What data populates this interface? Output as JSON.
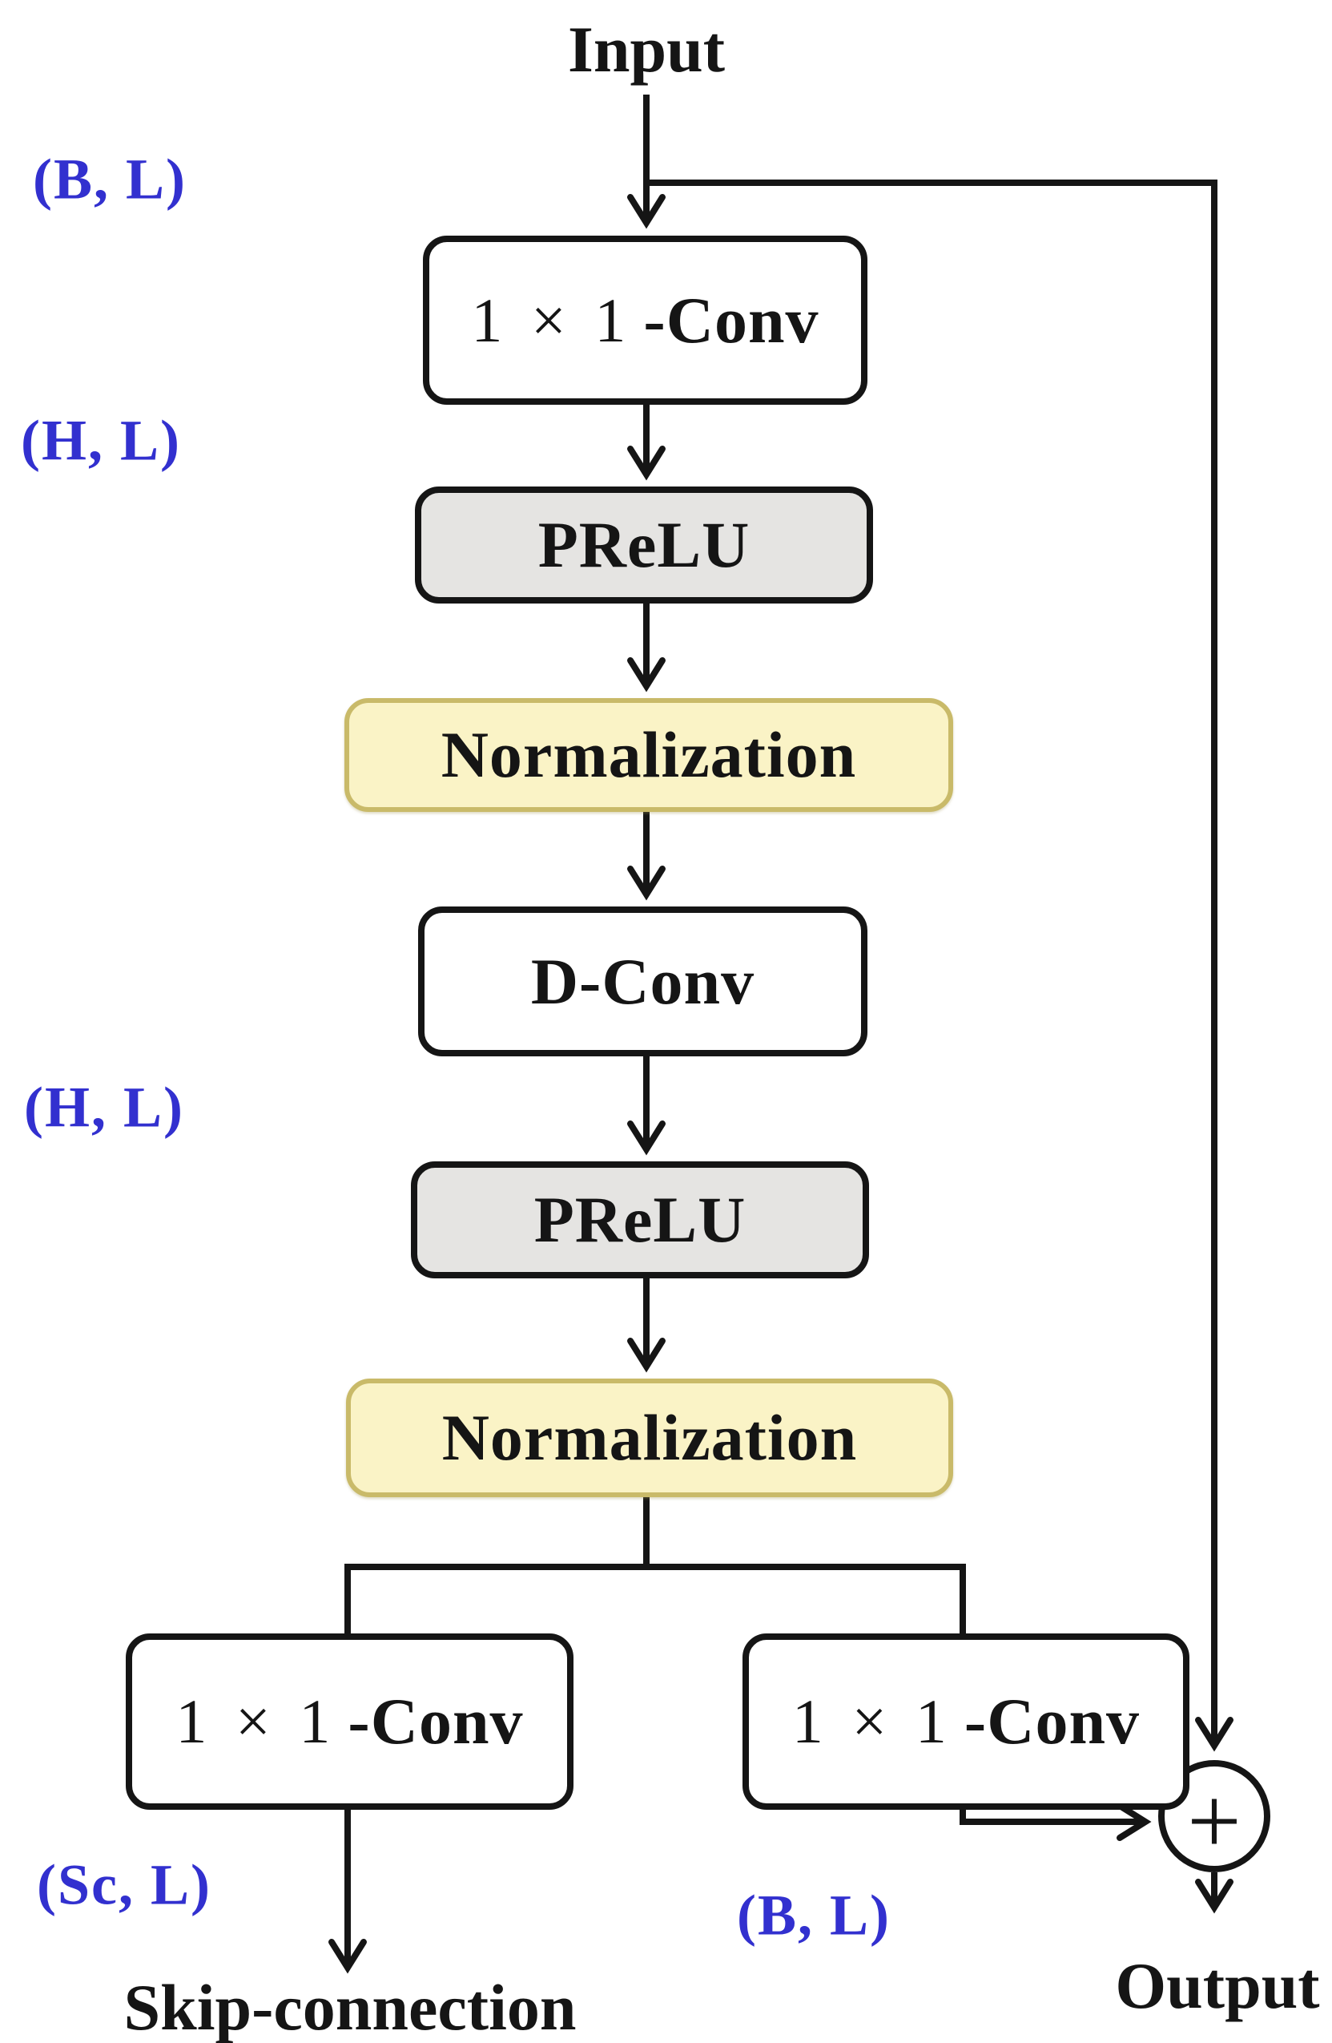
{
  "diagram": {
    "input_label": "Input",
    "blocks": {
      "conv1": {
        "prefix": "1 × 1",
        "suffix": "-Conv"
      },
      "prelu1": {
        "label": "PReLU"
      },
      "norm1": {
        "label": "Normalization"
      },
      "dconv": {
        "label": "D-Conv"
      },
      "prelu2": {
        "label": "PReLU"
      },
      "norm2": {
        "label": "Normalization"
      },
      "conv_skip": {
        "prefix": "1 × 1",
        "suffix": "-Conv"
      },
      "conv_residual": {
        "prefix": "1 × 1",
        "suffix": "-Conv"
      }
    },
    "dim_labels": {
      "input": "(B, L)",
      "after_conv1": "(H, L)",
      "after_dconv": "(H, L)",
      "skip_branch": "(Sc, L)",
      "residual_branch": "(B, L)"
    },
    "sum_symbol": "+",
    "terminals": {
      "skip": "Skip-connection",
      "output": "Output"
    }
  },
  "colors": {
    "line": "#151515",
    "text": "#151515",
    "conv_fill": "#ffffff",
    "prelu_fill": "#e5e4e2",
    "norm_fill": "#faf3c6",
    "norm_border": "#c9ba69",
    "dim_label_blue": "#3230cf"
  }
}
